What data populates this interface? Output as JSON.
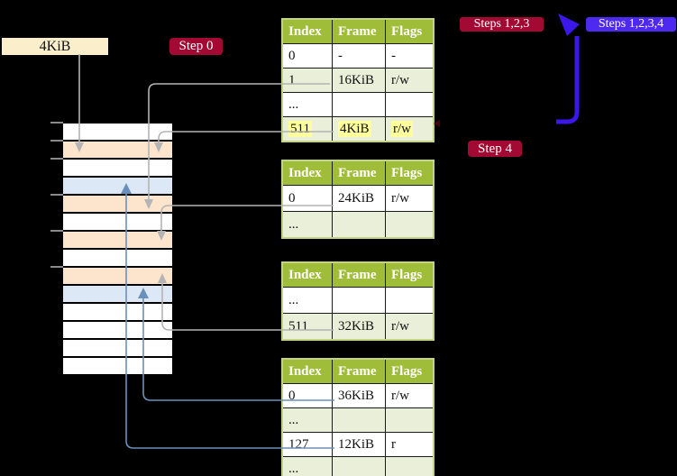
{
  "palette": {
    "background": "#000000",
    "memory_box_bg": "#fbeeca",
    "crimson_label_bg": "#a30a33",
    "violet_label_bg": "#4e2af0",
    "violet_arrow": "#3b17ea",
    "table_header_bg": "#a0bd3a",
    "table_shaded_row_bg": "#eaefd9",
    "table_border": "#c3d486",
    "frame_peach": "#fde5cd",
    "frame_blue": "#dce8f6",
    "connector_gray": "#b4b4b4",
    "connector_steel_blue": "#6b8fbb",
    "highlight_yellow": "#ffff9e"
  },
  "memory_block": {
    "label": "4KiB"
  },
  "step_labels": {
    "step0": {
      "text": "Step 0"
    },
    "steps123": {
      "text": "Steps 1,2,3"
    },
    "steps1234": {
      "text": "Steps 1,2,3,4"
    },
    "step4": {
      "text": "Step 4"
    }
  },
  "memory_column": {
    "row_types": [
      "free",
      "peach",
      "free",
      "blue",
      "peach",
      "free",
      "peach",
      "free",
      "peach",
      "blue",
      "free",
      "free",
      "free",
      "free"
    ],
    "tick_boundaries": [
      0,
      1,
      2,
      4,
      6,
      8
    ]
  },
  "tables": [
    {
      "name": "page-table-level-top",
      "headers": [
        "Index",
        "Frame",
        "Flags"
      ],
      "rows": [
        {
          "cells": [
            "0",
            "-",
            "-"
          ]
        },
        {
          "cells": [
            "1",
            "16KiB",
            "r/w"
          ]
        },
        {
          "cells": [
            "...",
            "",
            ""
          ]
        },
        {
          "cells": [
            "511",
            "4KiB",
            "r/w"
          ],
          "highlight": true
        }
      ]
    },
    {
      "name": "page-table-level-3",
      "headers": [
        "Index",
        "Frame",
        "Flags"
      ],
      "rows": [
        {
          "cells": [
            "0",
            "24KiB",
            "r/w"
          ]
        },
        {
          "cells": [
            "...",
            "",
            ""
          ]
        }
      ]
    },
    {
      "name": "page-table-level-2",
      "headers": [
        "Index",
        "Frame",
        "Flags"
      ],
      "rows": [
        {
          "cells": [
            "...",
            "",
            ""
          ]
        },
        {
          "cells": [
            "511",
            "32KiB",
            "r/w"
          ]
        }
      ]
    },
    {
      "name": "page-table-level-1",
      "headers": [
        "Index",
        "Frame",
        "Flags"
      ],
      "rows": [
        {
          "cells": [
            "0",
            "36KiB",
            "r/w"
          ]
        },
        {
          "cells": [
            "...",
            "",
            ""
          ]
        },
        {
          "cells": [
            "127",
            "12KiB",
            "r"
          ]
        },
        {
          "cells": [
            "...",
            "",
            ""
          ]
        }
      ]
    }
  ]
}
